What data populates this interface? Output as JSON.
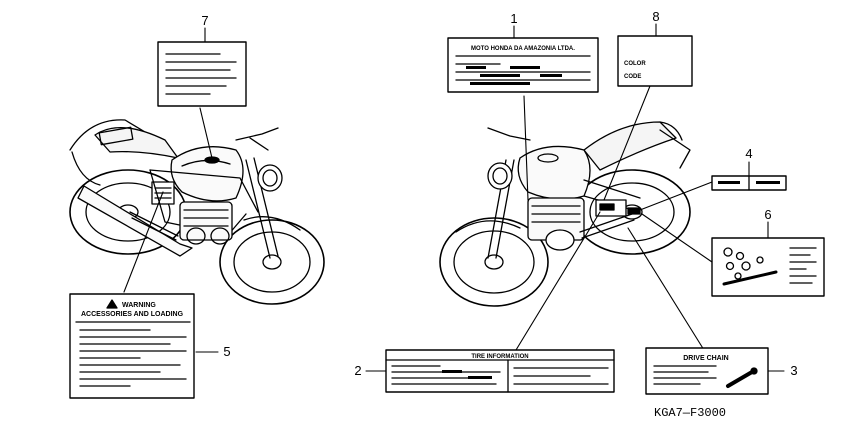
{
  "callouts": {
    "c1": "1",
    "c2": "2",
    "c3": "3",
    "c4": "4",
    "c5": "5",
    "c6": "6",
    "c7": "7",
    "c8": "8"
  },
  "labels": {
    "warning_title": "WARNING",
    "accessories": "ACCESSORIES AND LOADING",
    "manufacturer": "MOTO HONDA DA AMAZONIA LTDA.",
    "tire": "TIRE INFORMATION",
    "drive_chain": "DRIVE CHAIN",
    "color": "COLOR",
    "code": "CODE"
  },
  "diagram_code": "KGA7—F3000"
}
